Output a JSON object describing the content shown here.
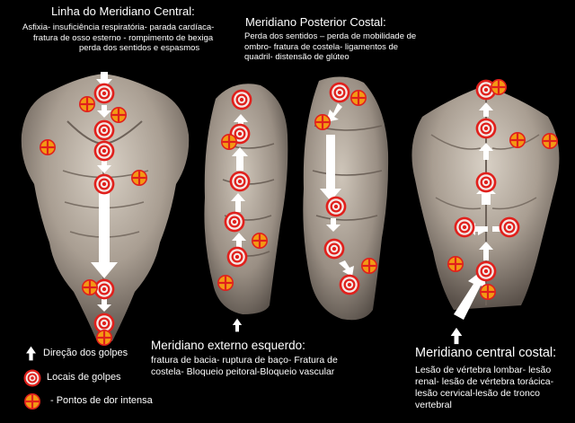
{
  "central": {
    "title": "Linha do Meridiano Central:",
    "lines": [
      "Asfixia-  insuficiência respiratória-  parada cardíaca-",
      "fratura de osso esterno -   rompimento de bexiga",
      "perda dos sentidos e espasmos"
    ]
  },
  "posterior": {
    "title": "Meridiano Posterior Costal:",
    "lines": [
      "Perda dos sentidos – perda de mobilidade de",
      "ombro- fratura de costela- ligamentos de",
      "quadril- distensão de glúteo"
    ]
  },
  "left_external": {
    "title": "Meridiano externo esquerdo:",
    "lines": [
      "fratura de bacia- ruptura de baço- Fratura de",
      "costela- Bloqueio peitoral-Bloqueio vascular"
    ]
  },
  "central_costal": {
    "title": "Meridiano central costal:",
    "lines": [
      "Lesão de vértebra lombar- lesão",
      "renal- lesão de vértebra torácica-",
      "lesão cervical-lesão  de tronco",
      "vertebral"
    ]
  },
  "legend": {
    "direction": "Direção dos golpes",
    "strike": "Locais de golpes",
    "pain": "- Pontos de dor intensa"
  },
  "colors": {
    "background": "#000000",
    "body": "#b8aea3",
    "target_red": "#e0201c",
    "pain_orange": "#f39a14",
    "arrow": "#ffffff"
  },
  "icons": [
    "arrow-up-icon",
    "target-icon",
    "pain-point-icon"
  ]
}
